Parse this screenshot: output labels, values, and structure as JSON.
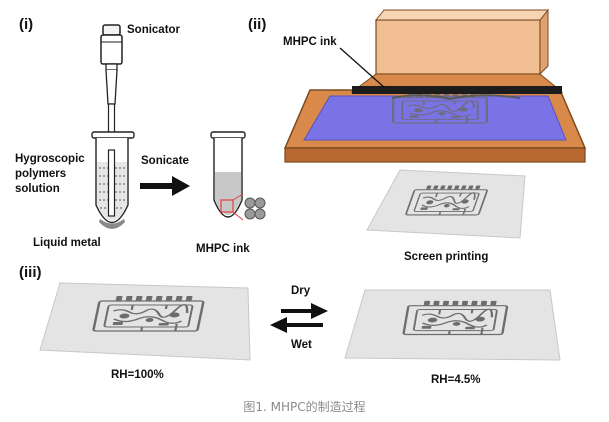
{
  "panels": {
    "i": "(i)",
    "ii": "(ii)",
    "iii": "(iii)"
  },
  "labels": {
    "sonicator": "Sonicator",
    "hygroscopic": [
      "Hygroscopic",
      "polymers",
      "solution"
    ],
    "sonicate": "Sonicate",
    "liquid_metal": "Liquid metal",
    "mhpc_ink_i": "MHPC ink",
    "mhpc_ink_ii": "MHPC ink",
    "screen_printing": "Screen printing",
    "dry": "Dry",
    "wet": "Wet",
    "rh_high": "RH=100%",
    "rh_low": "RH=4.5%"
  },
  "caption": "图1. MHPC的制造过程",
  "colors": {
    "frame": "#d98a4a",
    "frame_dark": "#b8692f",
    "squeegee": "#f2bf94",
    "mesh": "#7a73e6",
    "film": "#e4e4e4",
    "trace": "#6d6d6d",
    "ink": "#9a9a9a"
  }
}
